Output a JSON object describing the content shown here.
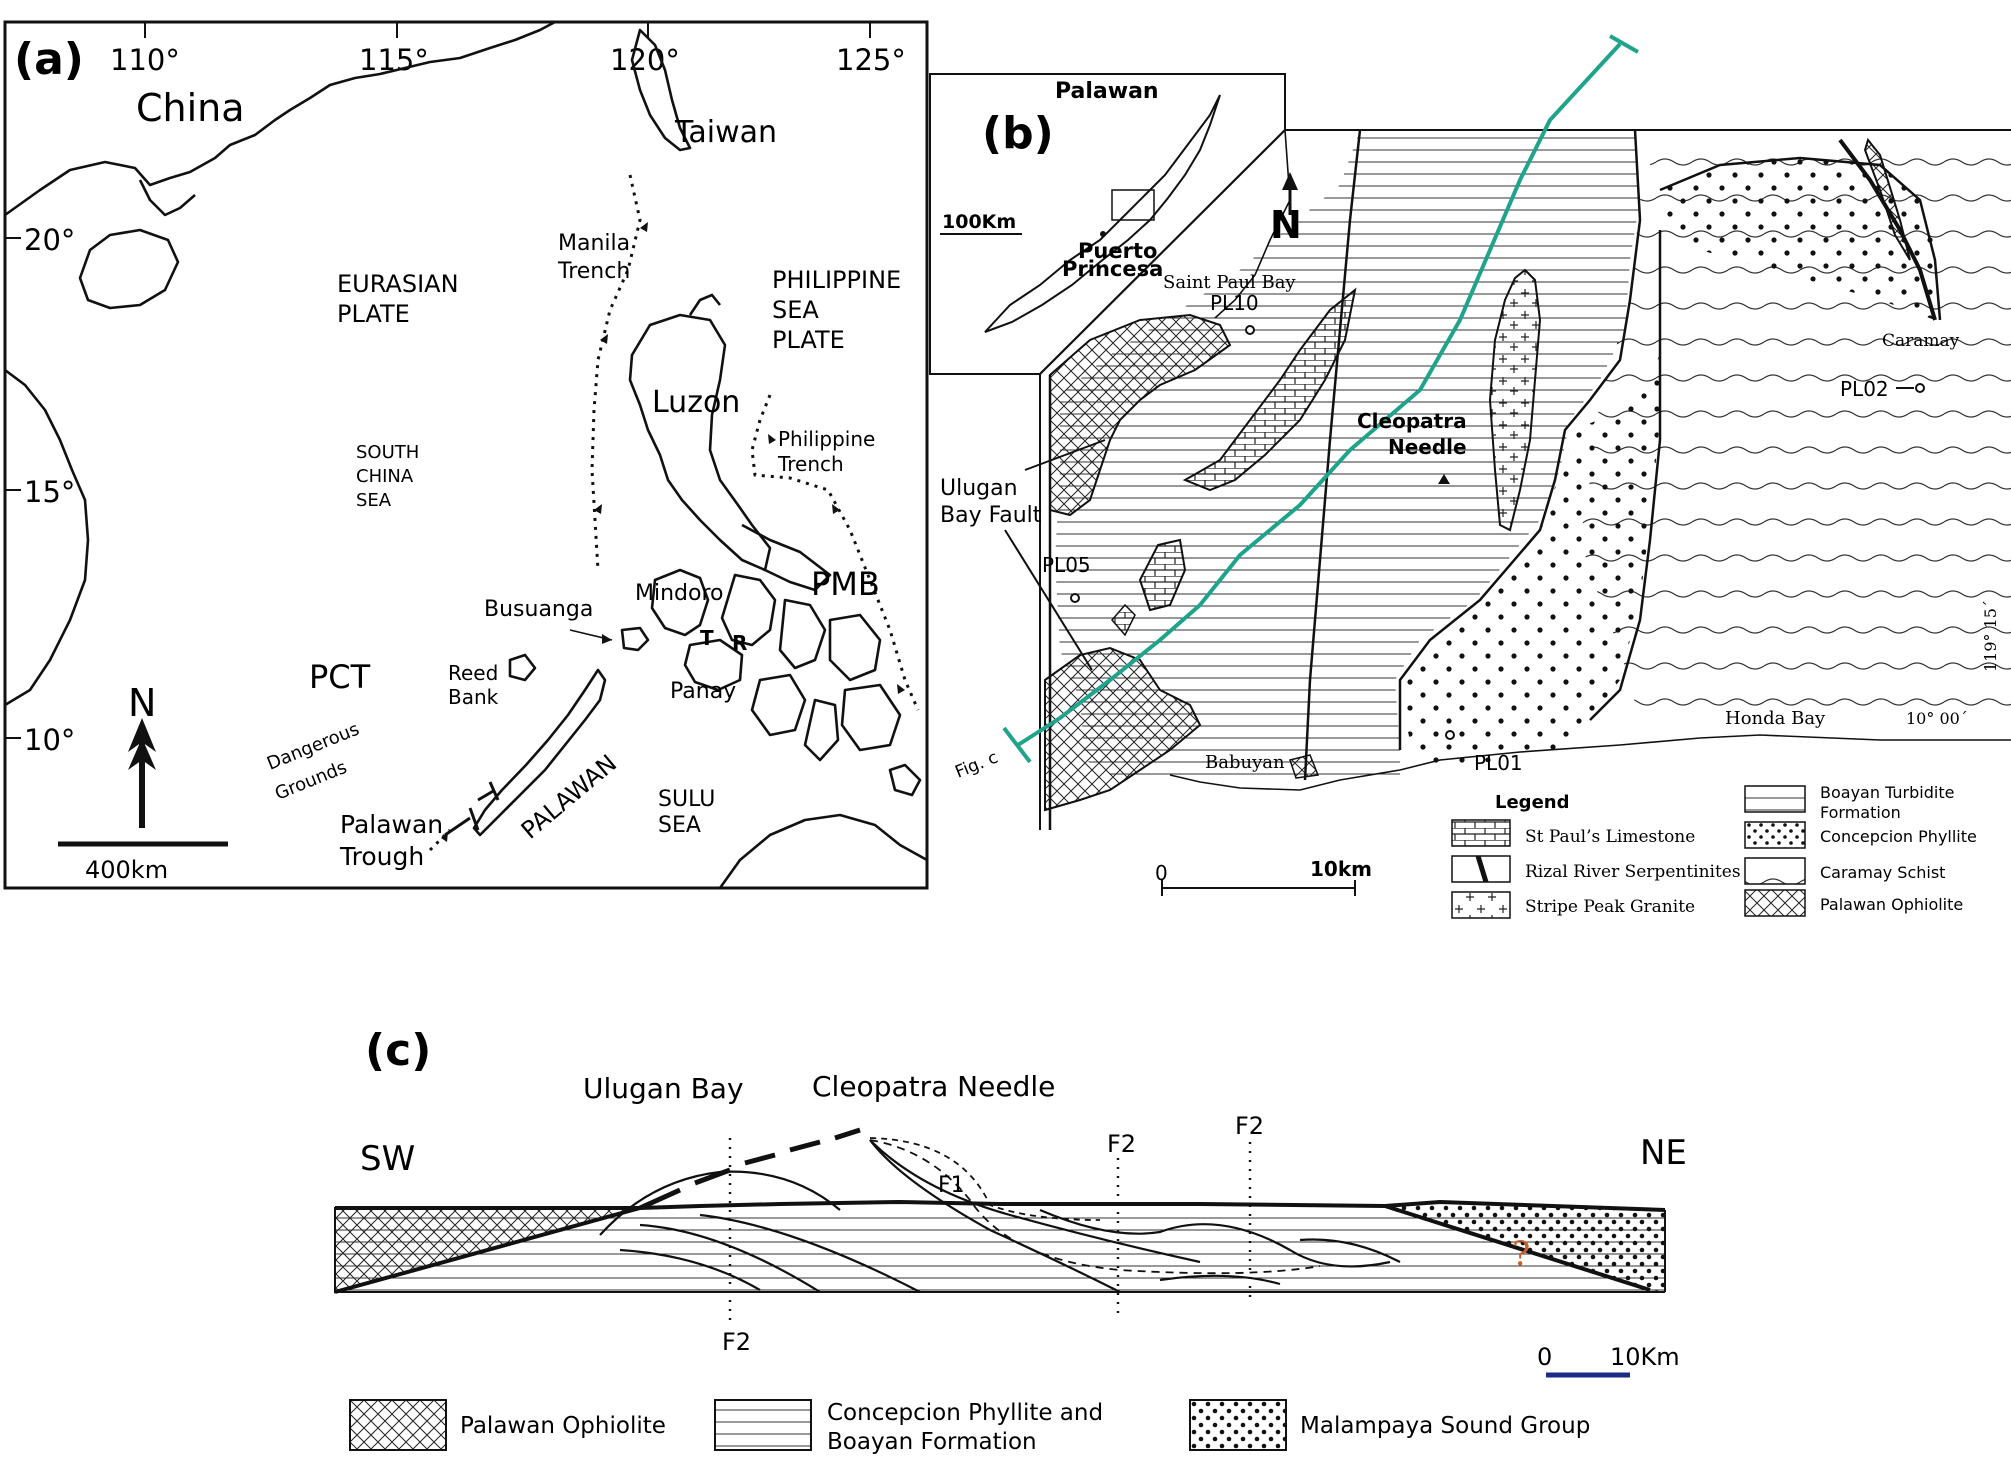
{
  "panel_a": {
    "label": "(a)",
    "longitudes": [
      "110°",
      "115°",
      "120°",
      "125°"
    ],
    "latitudes": [
      "20°",
      "15°",
      "10°"
    ],
    "places": {
      "china": "China",
      "taiwan": "Taiwan",
      "manila_trench_1": "Manila",
      "manila_trench_2": "Trench",
      "eurasian_1": "EURASIAN",
      "eurasian_2": "PLATE",
      "philippine_sea_1": "PHILIPPINE",
      "philippine_sea_2": "SEA",
      "philippine_sea_3": "PLATE",
      "luzon": "Luzon",
      "philippine_trench_1": "Philippine",
      "philippine_trench_2": "Trench",
      "south_china_sea_1": "SOUTH",
      "south_china_sea_2": "CHINA",
      "south_china_sea_3": "SEA",
      "mindoro": "Mindoro",
      "pmb": "PMB",
      "busuanga": "Busuanga",
      "tr_t": "T",
      "tr_r": "R",
      "pct": "PCT",
      "reed_bank_1": "Reed",
      "reed_bank_2": "Bank",
      "panay": "Panay",
      "dangerous_1": "Dangerous",
      "dangerous_2": "Grounds",
      "palawan": "PALAWAN",
      "sulu_1": "SULU",
      "sulu_2": "SEA",
      "palawan_trough_1": "Palawan",
      "palawan_trough_2": "Trough"
    },
    "north": "N",
    "scale": "400km"
  },
  "panel_b": {
    "label": "(b)",
    "inset": {
      "palawan": "Palawan",
      "scale": "100Km",
      "puerto": "Puerto",
      "princesa": "Princesa"
    },
    "north": "N",
    "places": {
      "saint_paul_bay": "Saint Paul Bay",
      "pl10": "PL10",
      "cleopatra_1": "Cleopatra",
      "cleopatra_2": "Needle",
      "ulugan_1": "Ulugan",
      "ulugan_2": "Bay Fault",
      "pl05": "PL05",
      "caramay": "Caramay",
      "pl02": "PL02",
      "honda_bay": "Honda Bay",
      "babuyan": "Babuyan",
      "pl01": "PL01",
      "fig_c": "Fig. c",
      "lon_label": "119° 15´",
      "lat_label": "10° 00´"
    },
    "legend_title": "Legend",
    "legend": [
      "St Paul’s Limestone",
      "Rizal River Serpentinites",
      "Stripe Peak Granite",
      "Boayan Turbidite",
      "Formation",
      "Concepcion Phyllite",
      "Caramay Schist",
      "Palawan Ophiolite"
    ],
    "scale_zero": "0",
    "scale_ten": "10km"
  },
  "panel_c": {
    "label": "(c)",
    "ulugan_bay": "Ulugan Bay",
    "cleopatra_needle": "Cleopatra Needle",
    "sw": "SW",
    "ne": "NE",
    "f1": "F1",
    "f2_a": "F2",
    "f2_b": "F2",
    "f2_c": "F2",
    "question": "?",
    "scale_zero": "0",
    "scale_ten": "10Km",
    "legend": {
      "ophiolite": "Palawan Ophiolite",
      "concepcion_1": "Concepcion Phyllite and",
      "concepcion_2": "Boayan Formation",
      "malampaya": "Malampaya Sound Group"
    }
  },
  "colors": {
    "line": "#111111",
    "teal_section": "#1fa38b",
    "question_mark": "#c9602a",
    "scale_bar_blue": "#1c2a8c"
  }
}
